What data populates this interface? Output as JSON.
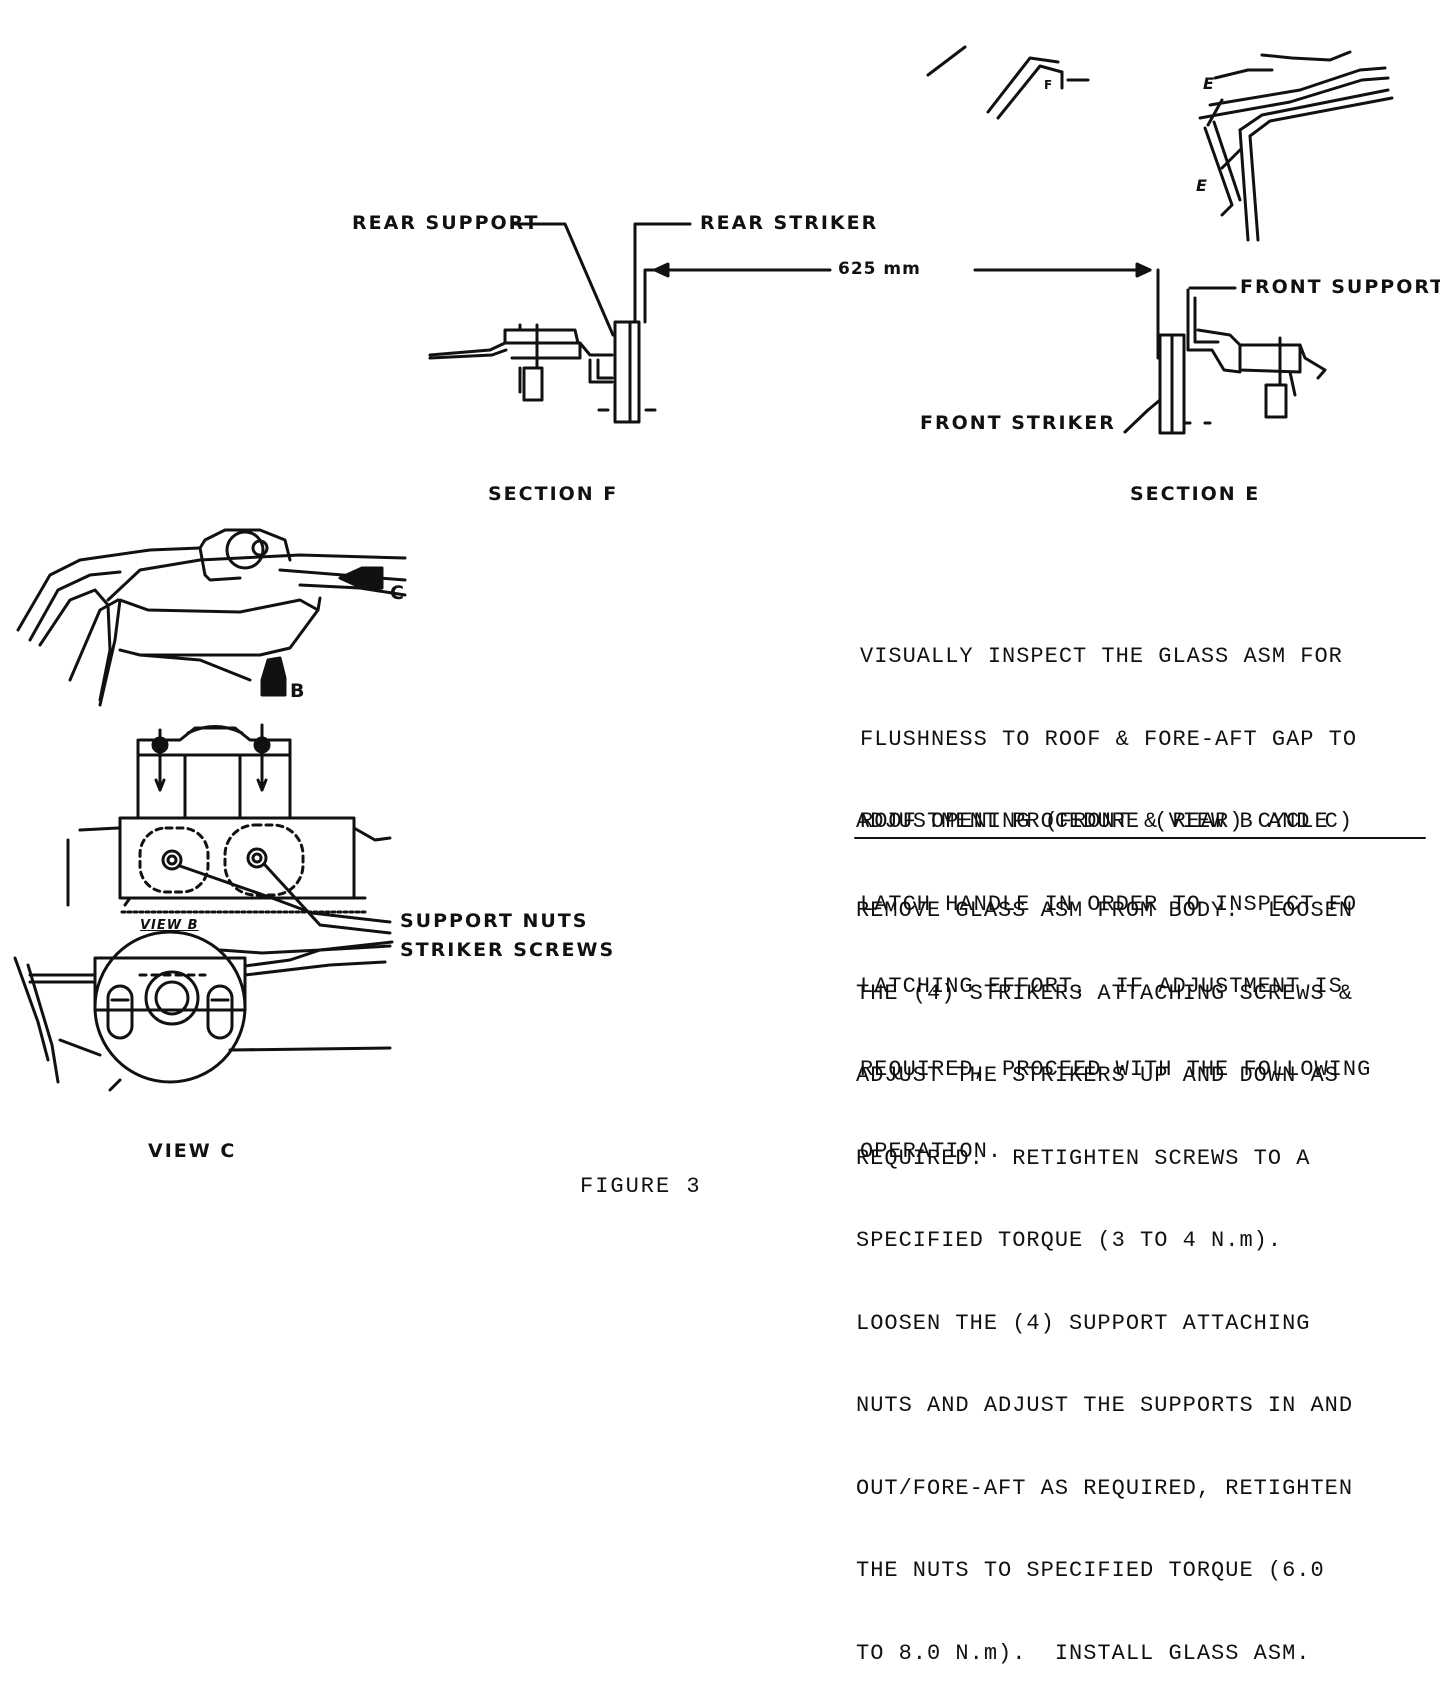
{
  "labels": {
    "rear_support": "REAR SUPPORT",
    "rear_striker": "REAR STRIKER",
    "dimension": "625 mm",
    "front_support": "FRONT SUPPORT",
    "front_striker": "FRONT STRIKER",
    "section_f": "SECTION F",
    "section_e": "SECTION E",
    "callout_c": "C",
    "callout_b": "B",
    "callout_e_top": "E",
    "callout_e_bottom": "E",
    "callout_f": "F",
    "view_b": "VIEW B",
    "support_nuts": "SUPPORT NUTS",
    "striker_screws": "STRIKER SCREWS",
    "view_c": "VIEW C",
    "figure": "FIGURE 3"
  },
  "inspection_text": [
    "VISUALLY INSPECT THE GLASS ASM FOR",
    "FLUSHNESS TO ROOF & FORE-AFT GAP TO",
    "ROOF OPENING (FRONT & REAR) CYCLE",
    "LATCH HANDLE IN ORDER TO INSPECT FO",
    "LATCHING EFFORT.  IF ADJUSTMENT IS",
    "REQUIRED, PROCEED WITH THE FOLLOWING",
    "OPERATION."
  ],
  "procedure_heading": "ADJUSTMENT PROCEDURE (VIEW B AND C)",
  "procedure_text": [
    "REMOVE GLASS ASM FROM BODY.  LOOSEN",
    "THE (4) STRIKERS ATTACHING SCREWS &",
    "ADJUST THE STRIKERS UP AND DOWN AS",
    "REQUIRED.  RETIGHTEN SCREWS TO A",
    "SPECIFIED TORQUE (3 TO 4 N.m).",
    "LOOSEN THE (4) SUPPORT ATTACHING",
    "NUTS AND ADJUST THE SUPPORTS IN AND",
    "OUT/FORE-AFT AS REQUIRED, RETIGHTEN",
    "THE NUTS TO SPECIFIED TORQUE (6.0",
    "TO 8.0 N.m).  INSTALL GLASS ASM."
  ]
}
